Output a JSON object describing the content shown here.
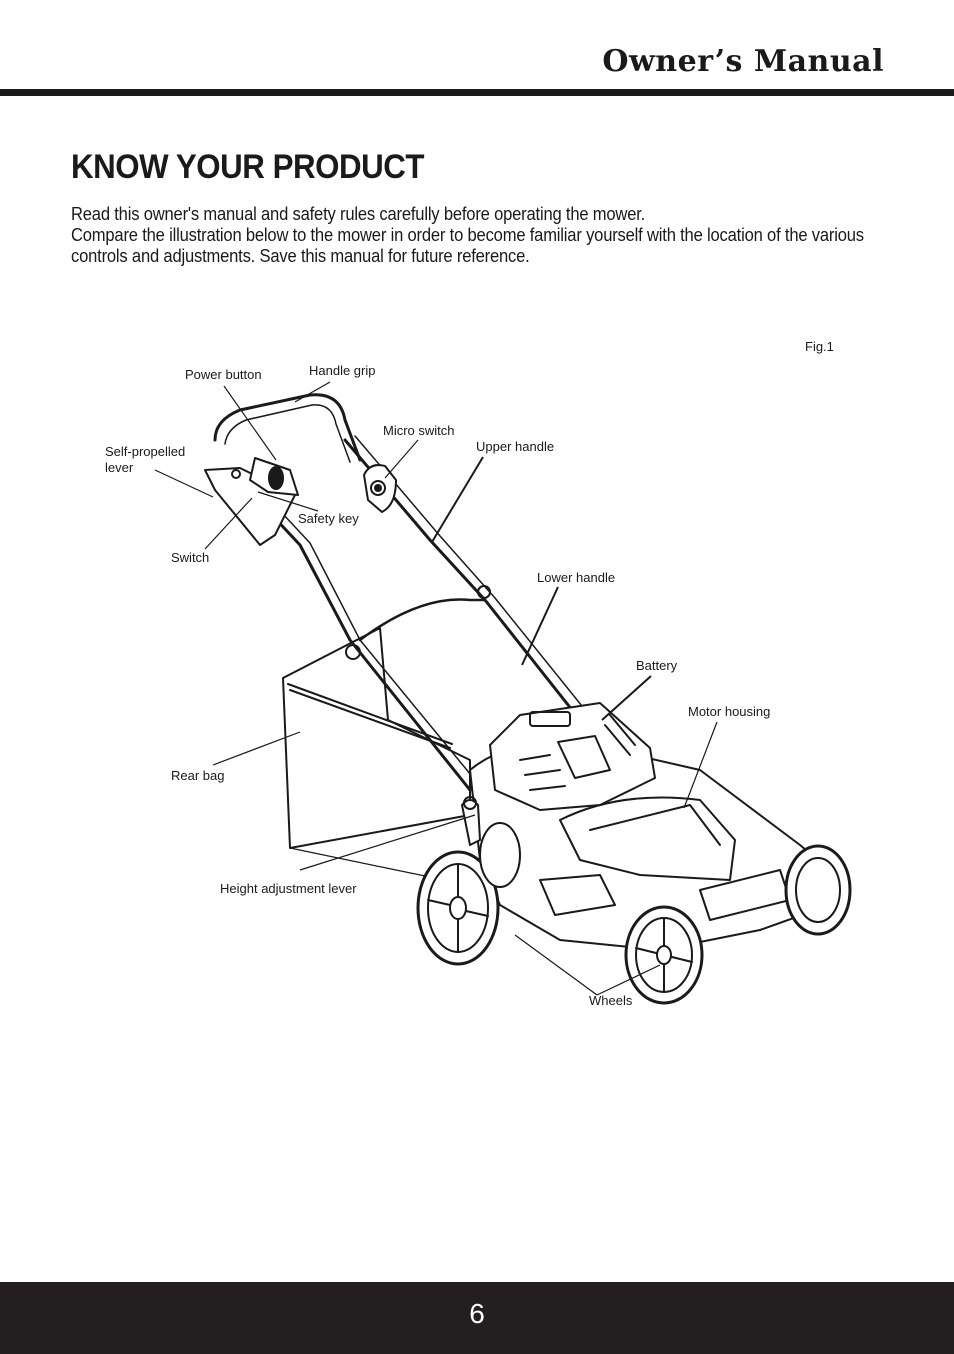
{
  "header": {
    "title": "Owner’s Manual"
  },
  "section": {
    "title": "KNOW YOUR PRODUCT"
  },
  "intro": {
    "line1": "Read this owner's manual and safety rules carefully before operating the mower.",
    "line2": "Compare the illustration below to the mower in order to become familiar yourself with the location of the various controls and adjustments. Save this manual for future reference."
  },
  "figure": {
    "label": "Fig.1",
    "callouts": {
      "power_button": "Power button",
      "handle_grip": "Handle grip",
      "micro_switch": "Micro switch",
      "upper_handle": "Upper handle",
      "self_propelled_lever": "Self-propelled lever",
      "safety_key": "Safety key",
      "switch": "Switch",
      "lower_handle": "Lower handle",
      "battery": "Battery",
      "motor_housing": "Motor housing",
      "rear_bag": "Rear bag",
      "height_adjustment_lever": "Height adjustment lever",
      "wheels": "Wheels"
    }
  },
  "footer": {
    "page_number": "6"
  }
}
